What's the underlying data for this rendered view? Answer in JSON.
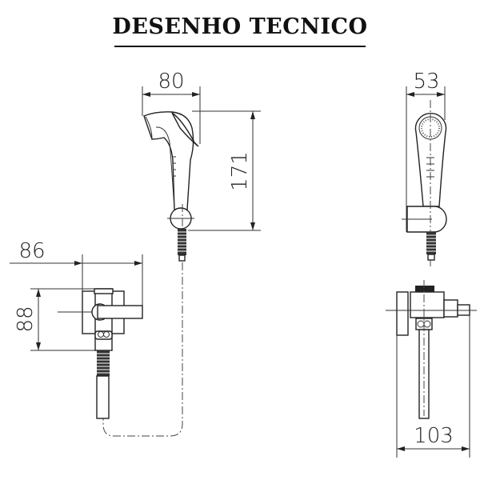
{
  "title": "DESENHO TECNICO",
  "dimensions": {
    "handshower_width": "80",
    "handshower_height": "171",
    "handshower_side_width": "53",
    "valve_width": "86",
    "valve_height": "88",
    "valve_depth": "103"
  },
  "colors": {
    "line": "#222222",
    "background": "#ffffff"
  }
}
